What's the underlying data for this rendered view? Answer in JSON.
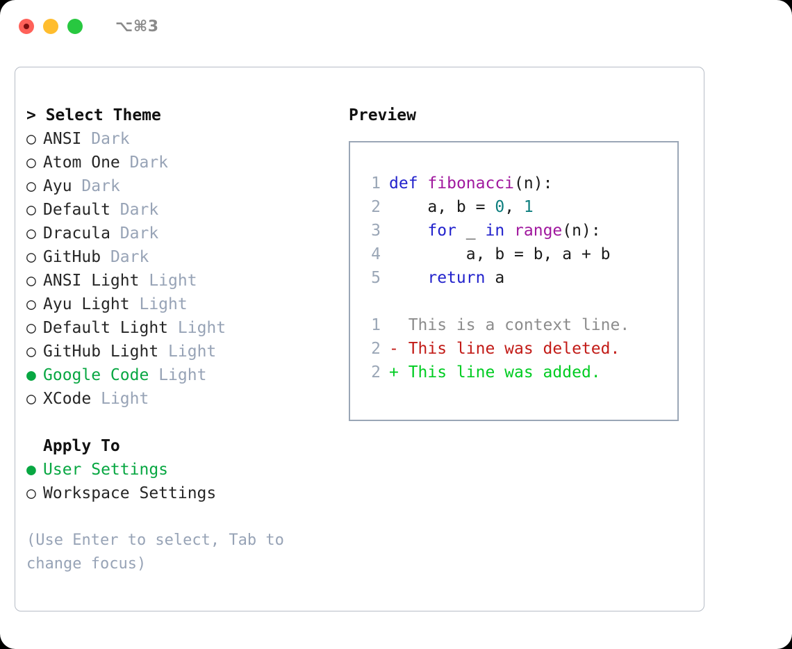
{
  "titlebar": {
    "shortcut": "⌥⌘3",
    "lights": [
      {
        "name": "close",
        "color": "#ff6159"
      },
      {
        "name": "minimize",
        "color": "#ffbd2e"
      },
      {
        "name": "maximize",
        "color": "#28c840"
      }
    ]
  },
  "colors": {
    "selected_green": "#08a742",
    "muted": "#97a3b6",
    "border": "#9aa6b6",
    "keyword": "#2222cc",
    "function": "#a0189e",
    "number": "#0d7e7e",
    "diff_add": "#00cc22",
    "diff_del": "#c21b17",
    "diff_ctx": "#8c8c8c"
  },
  "theme_list": {
    "header": "> Select Theme",
    "items": [
      {
        "bullet": "○",
        "name": "ANSI",
        "variant": "Dark",
        "selected": false
      },
      {
        "bullet": "○",
        "name": "Atom One",
        "variant": "Dark",
        "selected": false
      },
      {
        "bullet": "○",
        "name": "Ayu",
        "variant": "Dark",
        "selected": false
      },
      {
        "bullet": "○",
        "name": "Default",
        "variant": "Dark",
        "selected": false
      },
      {
        "bullet": "○",
        "name": "Dracula",
        "variant": "Dark",
        "selected": false
      },
      {
        "bullet": "○",
        "name": "GitHub",
        "variant": "Dark",
        "selected": false
      },
      {
        "bullet": "○",
        "name": "ANSI Light",
        "variant": "Light",
        "selected": false
      },
      {
        "bullet": "○",
        "name": "Ayu Light",
        "variant": "Light",
        "selected": false
      },
      {
        "bullet": "○",
        "name": "Default Light",
        "variant": "Light",
        "selected": false
      },
      {
        "bullet": "○",
        "name": "GitHub Light",
        "variant": "Light",
        "selected": false
      },
      {
        "bullet": "●",
        "name": "Google Code",
        "variant": "Light",
        "selected": true
      },
      {
        "bullet": "○",
        "name": "XCode",
        "variant": "Light",
        "selected": false
      }
    ]
  },
  "apply_to": {
    "header": "Apply To",
    "items": [
      {
        "bullet": "●",
        "name": "User Settings",
        "selected": true
      },
      {
        "bullet": "○",
        "name": "Workspace Settings",
        "selected": false
      }
    ]
  },
  "hint": "(Use Enter to select, Tab to change focus)",
  "preview": {
    "title": "Preview",
    "code_lines": [
      {
        "lineno": "1",
        "tokens": [
          {
            "t": "def",
            "c": "kw"
          },
          {
            "t": " ",
            "c": "plain"
          },
          {
            "t": "fibonacci",
            "c": "fn"
          },
          {
            "t": "(n):",
            "c": "plain"
          }
        ]
      },
      {
        "lineno": "2",
        "tokens": [
          {
            "t": "    a, b = ",
            "c": "plain"
          },
          {
            "t": "0",
            "c": "num"
          },
          {
            "t": ", ",
            "c": "plain"
          },
          {
            "t": "1",
            "c": "num"
          }
        ]
      },
      {
        "lineno": "3",
        "tokens": [
          {
            "t": "    ",
            "c": "plain"
          },
          {
            "t": "for",
            "c": "kw"
          },
          {
            "t": " _ ",
            "c": "plain"
          },
          {
            "t": "in",
            "c": "kw"
          },
          {
            "t": " ",
            "c": "plain"
          },
          {
            "t": "range",
            "c": "fn"
          },
          {
            "t": "(n):",
            "c": "plain"
          }
        ]
      },
      {
        "lineno": "4",
        "tokens": [
          {
            "t": "        a, b = b, a + b",
            "c": "plain"
          }
        ]
      },
      {
        "lineno": "5",
        "tokens": [
          {
            "t": "    ",
            "c": "plain"
          },
          {
            "t": "return",
            "c": "kw"
          },
          {
            "t": " a",
            "c": "plain"
          }
        ]
      }
    ],
    "diff_lines": [
      {
        "lineno": "1",
        "marker": " ",
        "text": "  This is a context line.",
        "kind": "ctx"
      },
      {
        "lineno": "2",
        "marker": "-",
        "text": "- This line was deleted.",
        "kind": "del"
      },
      {
        "lineno": "2",
        "marker": "+",
        "text": "+ This line was added.",
        "kind": "add"
      }
    ]
  }
}
